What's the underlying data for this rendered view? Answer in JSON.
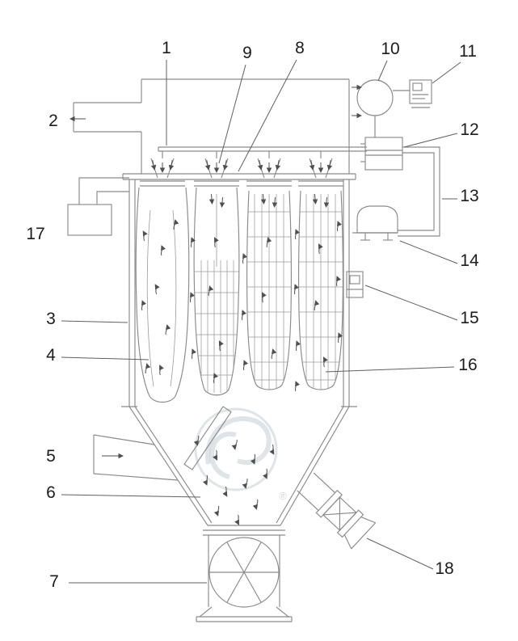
{
  "diagram": {
    "labels": [
      {
        "id": "1",
        "text": "1"
      },
      {
        "id": "2",
        "text": "2"
      },
      {
        "id": "3",
        "text": "3"
      },
      {
        "id": "4",
        "text": "4"
      },
      {
        "id": "5",
        "text": "5"
      },
      {
        "id": "6",
        "text": "6"
      },
      {
        "id": "7",
        "text": "7"
      },
      {
        "id": "8",
        "text": "8"
      },
      {
        "id": "9",
        "text": "9"
      },
      {
        "id": "10",
        "text": "10"
      },
      {
        "id": "11",
        "text": "11"
      },
      {
        "id": "12",
        "text": "12"
      },
      {
        "id": "13",
        "text": "13"
      },
      {
        "id": "14",
        "text": "14"
      },
      {
        "id": "15",
        "text": "15"
      },
      {
        "id": "16",
        "text": "16"
      },
      {
        "id": "17",
        "text": "17"
      },
      {
        "id": "18",
        "text": "18"
      }
    ],
    "watermark": {
      "registered_symbol": "®"
    },
    "colors": {
      "line": "#8a8a8a",
      "label": "#1c1c1c",
      "arrow": "#4f4f4f",
      "watermark": "#c3ced6",
      "background": "#ffffff"
    }
  }
}
